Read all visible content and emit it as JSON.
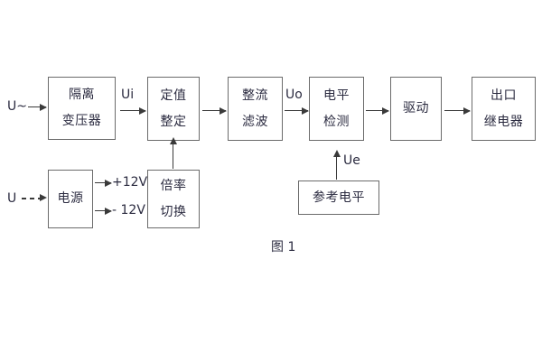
{
  "figure": {
    "caption": "图 1",
    "background_color": "#ffffff",
    "box_border_color": "#6b6b6b",
    "arrow_color": "#3a3a3a",
    "text_color": "#2b2b40"
  },
  "blocks": [
    {
      "id": "isolation-transformer",
      "lines": [
        "隔离",
        "变压器"
      ]
    },
    {
      "id": "setting-value",
      "lines": [
        "定值",
        "整定"
      ]
    },
    {
      "id": "rectify-filter",
      "lines": [
        "整流",
        "滤波"
      ]
    },
    {
      "id": "level-detection",
      "lines": [
        "电平",
        "检测"
      ]
    },
    {
      "id": "drive",
      "lines": [
        "驱动"
      ]
    },
    {
      "id": "output-relay",
      "lines": [
        "出口",
        "继电器"
      ]
    },
    {
      "id": "power-supply",
      "lines": [
        "电源"
      ]
    },
    {
      "id": "multiplier-switch",
      "lines": [
        "倍率",
        "切换"
      ]
    },
    {
      "id": "reference-level",
      "lines": [
        "参考电平"
      ]
    }
  ],
  "signals": {
    "ac_input": "U~",
    "ui": "Ui",
    "uo": "Uo",
    "ue": "Ue",
    "dc_input": "U",
    "positive_rail": "+12V",
    "negative_rail": "- 12V"
  }
}
